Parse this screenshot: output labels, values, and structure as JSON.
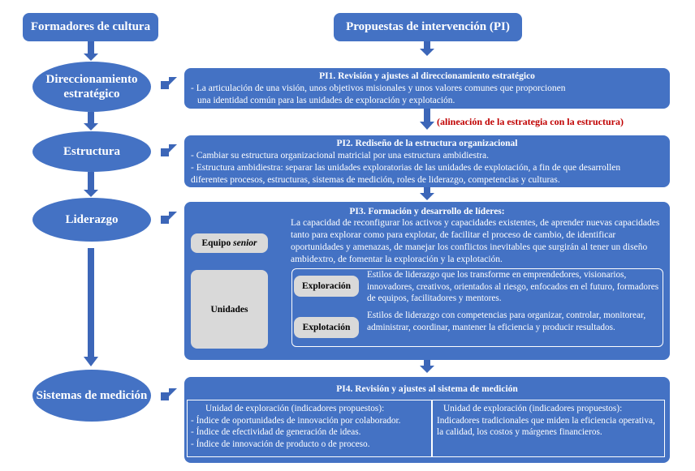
{
  "headers": {
    "left": "Formadores de cultura",
    "right": "Propuestas de intervención (PI)"
  },
  "ovals": {
    "direccionamiento": "Direccionamiento estratégico",
    "estructura": "Estructura",
    "liderazgo": "Liderazgo",
    "sistemas": "Sistemas de medición"
  },
  "pi1": {
    "title": "PI1. Revisión y ajustes al direccionamiento estratégico",
    "line1": "- La articulación de una visión, unos objetivos misionales y unos valores comunes que proporcionen",
    "line2": "una identidad común para las unidades de exploración y explotación."
  },
  "alignment_note": "(alineación de la estrategia con la estructura)",
  "pi2": {
    "title": "PI2. Rediseño de la estructura organizacional",
    "line1": "- Cambiar su estructura organizacional matricial por una estructura ambidiestra.",
    "line2": "- Estructura ambidiestra: separar las unidades exploratorias de las unidades de explotación, a fin de que desarrollen",
    "line3": "diferentes procesos, estructuras, sistemas de medición, roles de liderazgo, competencias y culturas."
  },
  "pi3": {
    "title": "PI3. Formación y desarrollo de líderes:",
    "senior_label": "Equipo",
    "senior_label_italic": "senior",
    "senior_text": "La capacidad de reconfigurar los activos y capacidades existentes, de aprender nuevas capacidades tanto para explorar como para explotar, de facilitar el proceso de cambio, de identificar oportunidades y amenazas, de manejar los conflictos inevitables que surgirán al tener un diseño ambidextro, de fomentar la exploración y la explotación.",
    "unidades_label": "Unidades",
    "exploracion_label": "Exploración",
    "exploracion_text": "Estilos de liderazgo que los transforme en emprendedores, visionarios, innovadores, creativos, orientados al riesgo, enfocados en el futuro, formadores de equipos, facilitadores y mentores.",
    "explotacion_label": "Explotación",
    "explotacion_text": "Estilos de liderazgo con competencias para organizar, controlar, monitorear, administrar, coordinar, mantener la eficiencia y producir resultados."
  },
  "pi4": {
    "title": "PI4. Revisión y ajustes al sistema de medición",
    "left_heading": "Unidad de exploración (indicadores propuestos):",
    "left_items": [
      "- Índice de oportunidades de innovación por colaborador.",
      "- Índice de efectividad de generación de ideas.",
      "- Índice de innovación de producto o de proceso."
    ],
    "right_heading": "Unidad de exploración (indicadores propuestos):",
    "right_text": "Indicadores tradicionales que miden la eficiencia operativa, la calidad, los costos y márgenes financieros."
  },
  "colors": {
    "primary_blue": "#4472c4",
    "arrow_blue": "#3c66b8",
    "gray_box": "#d9d9d9",
    "alert_red": "#c00000"
  }
}
